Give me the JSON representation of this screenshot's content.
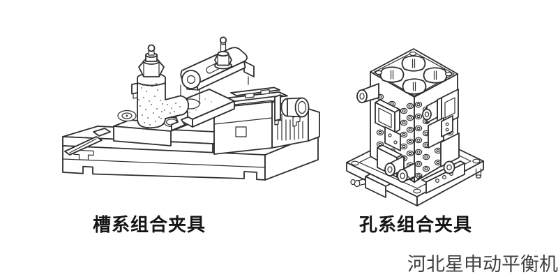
{
  "page": {
    "background": "#ffffff",
    "line_ink_color": "#2e2e2e",
    "caption_color": "#151515"
  },
  "figures": [
    {
      "id": "slot-system-fixture",
      "caption": "槽系组合夹具"
    },
    {
      "id": "hole-system-fixture",
      "caption": "孔系组合夹具"
    }
  ],
  "watermark": {
    "text": "河北星申动平衡机",
    "color": "#404040"
  }
}
